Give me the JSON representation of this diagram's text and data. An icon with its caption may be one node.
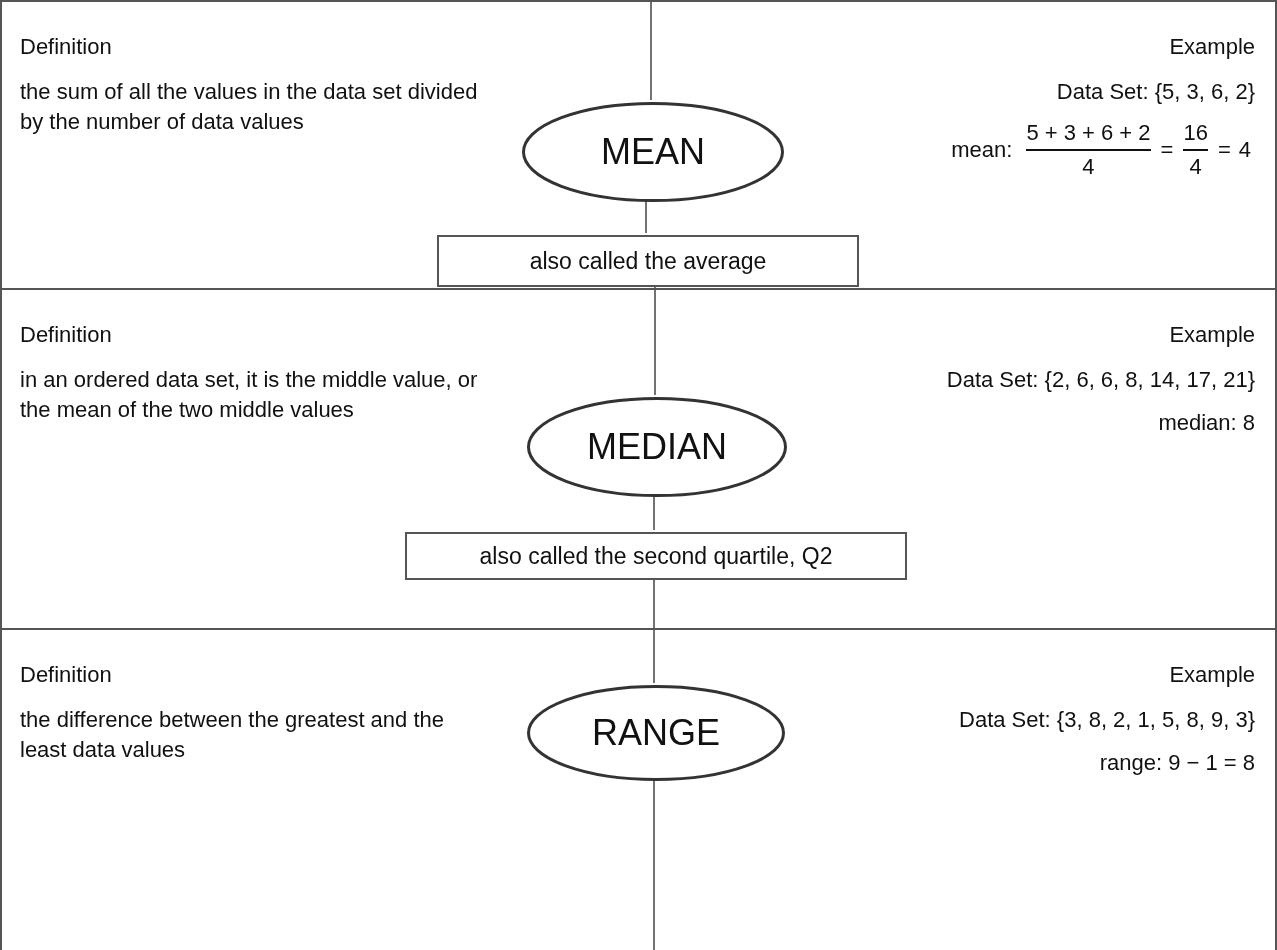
{
  "diagram": {
    "nodes": [
      {
        "text": [
          "Definition",
          "the sum of all the values in the data set divided by the number of data values",
          "Example",
          "Data Set: {5, 3, 6, 2}",
          "mean:",
          "5 + 3 + 6 + 2",
          "4",
          "=",
          "16",
          "4",
          "=",
          "4"
        ]
      },
      {
        "text": [
          "MEAN"
        ],
        "in": 0
      },
      {
        "text": [
          "also called the average"
        ],
        "in": 0
      },
      {
        "text": [
          "Definition",
          "in an ordered data set, it is the middle value, or the mean of the two middle values",
          "Example",
          "Data Set: {2, 6, 6, 8, 14, 17, 21}",
          "median: 8"
        ]
      },
      {
        "text": [
          "MEDIAN"
        ],
        "in": 3
      },
      {
        "text": [
          "also called the second quartile, Q2"
        ],
        "in": 3
      },
      {
        "text": [
          "Definition",
          "the difference between the greatest and the least data values",
          "Example",
          "Data Set: {3, 8, 2, 1, 5, 8, 9, 3}",
          "range: 9 − 1 = 8"
        ]
      },
      {
        "text": [
          "RANGE"
        ],
        "in": 6
      }
    ],
    "edges": [
      {
        "from": null,
        "to": 1,
        "arrow": "none"
      },
      {
        "from": 1,
        "to": 2,
        "arrow": "none"
      },
      {
        "from": 2,
        "to": 4,
        "arrow": "none"
      },
      {
        "from": 4,
        "to": 5,
        "arrow": "none"
      },
      {
        "from": 5,
        "to": 7,
        "arrow": "none"
      },
      {
        "from": 7,
        "to": null,
        "arrow": "none"
      }
    ]
  }
}
